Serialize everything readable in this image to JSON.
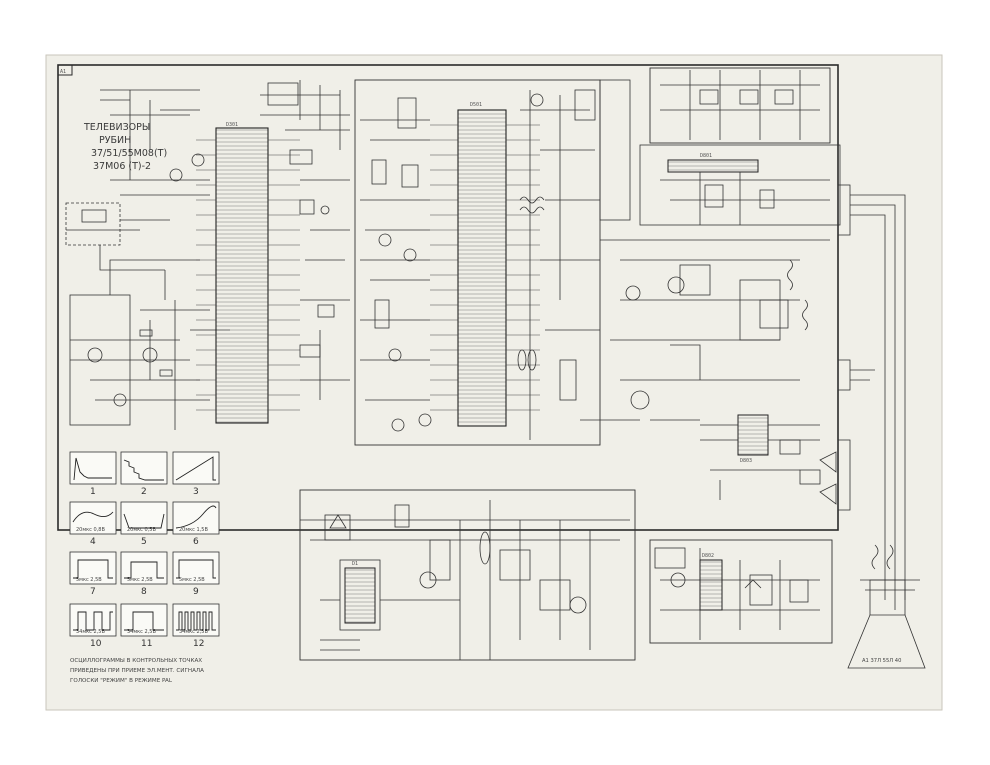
{
  "title_lines": [
    "ТЕЛЕВИЗОРЫ",
    "РУБИН",
    "37/51/55М08(Т)",
    "37М06 (Т)-2"
  ],
  "sheet_label": "А1",
  "ic_labels": [
    "D301",
    "D501",
    "D801",
    "D803",
    "D1",
    "D802"
  ],
  "oscillograms": [
    {
      "num": "1",
      "caption": ""
    },
    {
      "num": "2",
      "caption": ""
    },
    {
      "num": "3",
      "caption": ""
    },
    {
      "num": "4",
      "caption": "20мкс 0,8В"
    },
    {
      "num": "5",
      "caption": "20мкс 0,5В"
    },
    {
      "num": "6",
      "caption": "20мкс 1,5В"
    },
    {
      "num": "7",
      "caption": "5мкс 2,5В"
    },
    {
      "num": "8",
      "caption": "5мкс 2,5В"
    },
    {
      "num": "9",
      "caption": "5мкс 2,5В"
    },
    {
      "num": "10",
      "caption": "34мкс 2,5В"
    },
    {
      "num": "11",
      "caption": "34мкс 2,5В"
    },
    {
      "num": "12",
      "caption": "34мкс 2,5В"
    }
  ],
  "note_lines": [
    "ОСЦИЛЛОГРАММЫ В КОНТРОЛЬНЫХ ТОЧКАХ",
    "ПРИВЕДЕНЫ ПРИ ПРИЕМЕ ЭЛ.МЕНТ. СИГНАЛА",
    "ГОЛОСКИ \"РЕЖИМ\" В РЕЖИМЕ PAL"
  ],
  "crt_label": "А1 37Л 55Л 40"
}
